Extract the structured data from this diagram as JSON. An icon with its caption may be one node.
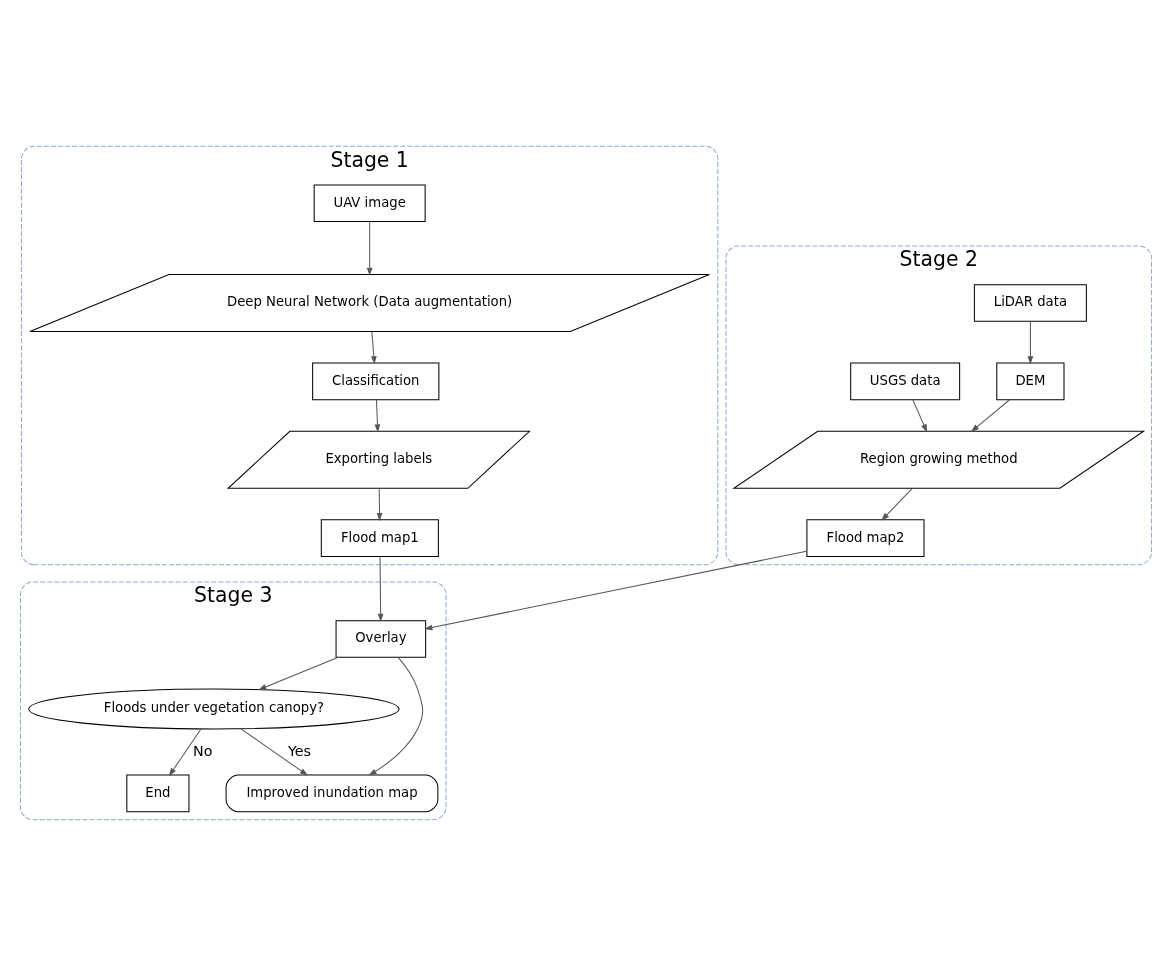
{
  "diagram": {
    "nodes": [
      {
        "text": [
          "Stage 1"
        ]
      },
      {
        "text": [
          "UAV image"
        ],
        "in": 0
      },
      {
        "text": [
          "Deep Neural Network (Data augmentation)"
        ],
        "in": 0
      },
      {
        "text": [
          "Classification"
        ],
        "in": 0
      },
      {
        "text": [
          "Exporting labels"
        ],
        "in": 0
      },
      {
        "text": [
          "Flood map1"
        ],
        "in": 0
      },
      {
        "text": [
          "Stage 2"
        ]
      },
      {
        "text": [
          "LiDAR data"
        ],
        "in": 6
      },
      {
        "text": [
          "DEM"
        ],
        "in": 6
      },
      {
        "text": [
          "USGS data"
        ],
        "in": 6
      },
      {
        "text": [
          "Region growing method"
        ],
        "in": 6
      },
      {
        "text": [
          "Flood map2"
        ],
        "in": 6
      },
      {
        "text": [
          "Stage 3"
        ]
      },
      {
        "text": [
          "Overlay"
        ],
        "in": 12
      },
      {
        "text": [
          "Floods under vegetation canopy?"
        ],
        "in": 12
      },
      {
        "text": [
          "End"
        ],
        "in": 12
      },
      {
        "text": [
          "Improved inundation map"
        ],
        "in": 12
      }
    ],
    "edges": [
      {
        "from": 1,
        "to": 2,
        "arrow": "to"
      },
      {
        "from": 2,
        "to": 3,
        "arrow": "to"
      },
      {
        "from": 3,
        "to": 4,
        "arrow": "to"
      },
      {
        "from": 4,
        "to": 5,
        "arrow": "to"
      },
      {
        "from": 7,
        "to": 8,
        "arrow": "to"
      },
      {
        "from": 8,
        "to": 10,
        "arrow": "to"
      },
      {
        "from": 9,
        "to": 10,
        "arrow": "to"
      },
      {
        "from": 10,
        "to": 11,
        "arrow": "to"
      },
      {
        "from": 5,
        "to": 13,
        "arrow": "to"
      },
      {
        "from": 11,
        "to": 13,
        "arrow": "to"
      },
      {
        "from": 13,
        "to": 14,
        "arrow": "to"
      },
      {
        "from": 14,
        "to": 15,
        "arrow": "to",
        "label": "No"
      },
      {
        "from": 14,
        "to": 16,
        "arrow": "to",
        "label": "Yes"
      },
      {
        "from": 13,
        "to": 16,
        "arrow": "to"
      }
    ]
  }
}
